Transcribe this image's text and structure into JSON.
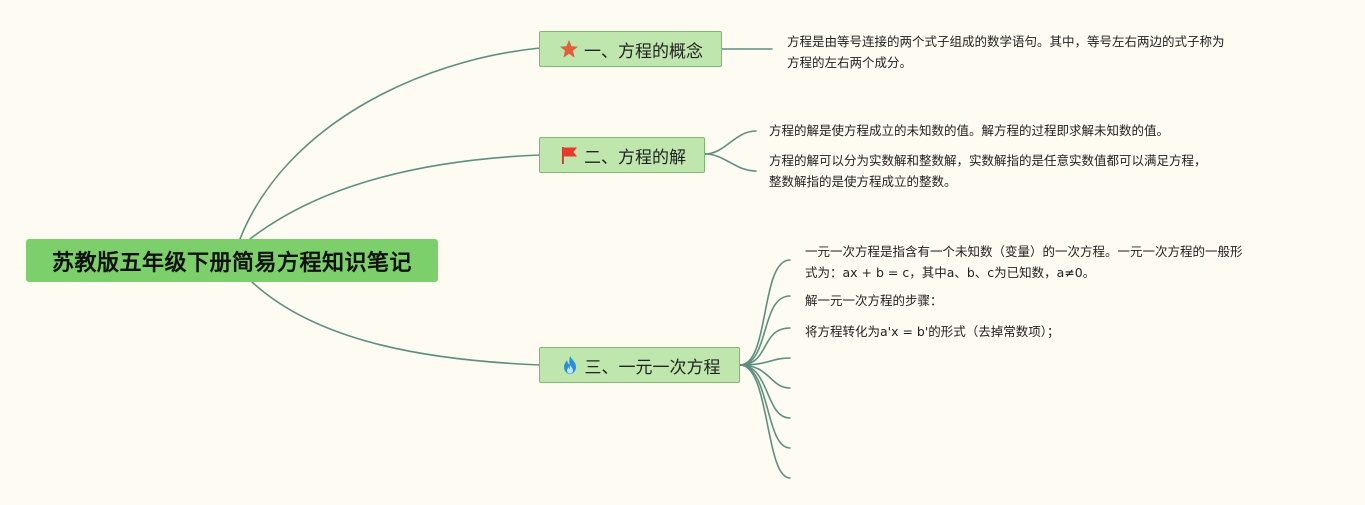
{
  "root": {
    "title": "苏教版五年级下册简易方程知识笔记"
  },
  "colors": {
    "link": "#5e8f7e",
    "root_fill": "#7ccf6a",
    "topic_fill": "#bfe7ad",
    "background": "#fdfbf2"
  },
  "topics": [
    {
      "title": "一、方程的概念",
      "icon": "star-icon",
      "leaves": [
        {
          "lines": [
            "方程是由等号连接的两个式子组成的数学语句。其中，等号左右两边的式子称为",
            "方程的左右两个成分。"
          ]
        }
      ]
    },
    {
      "title": "二、方程的解",
      "icon": "flag-icon",
      "leaves": [
        {
          "lines": [
            "方程的解是使方程成立的未知数的值。解方程的过程即求解未知数的值。"
          ]
        },
        {
          "lines": [
            "方程的解可以分为实数解和整数解，实数解指的是任意实数值都可以满足方程，",
            "整数解指的是使方程成立的整数。"
          ]
        }
      ]
    },
    {
      "title": "三、一元一次方程",
      "icon": "fire-icon",
      "leaves": [
        {
          "lines": [
            "一元一次方程是指含有一个未知数（变量）的一次方程。一元一次方程的一般形",
            "式为：ax + b = c，其中a、b、c为已知数，a≠0。"
          ]
        },
        {
          "lines": [
            "解一元一次方程的步骤："
          ]
        },
        {
          "lines": [
            "将方程转化为a'x = b'的形式（去掉常数项）；"
          ]
        }
      ]
    }
  ]
}
